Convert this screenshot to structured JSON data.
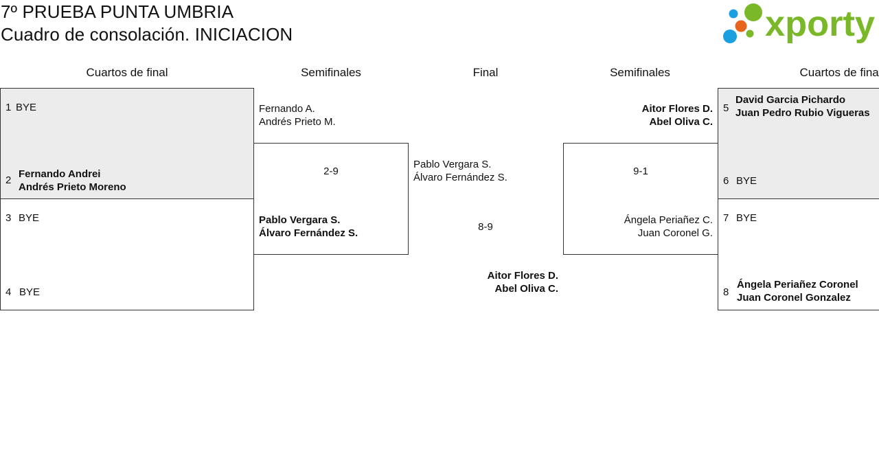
{
  "header": {
    "title_line1": "7º PRUEBA PUNTA UMBRIA",
    "title_line2": "Cuadro de consolación. INICIACION",
    "logo_text": "xporty",
    "logo_colors": {
      "text": "#7ab829",
      "blue": "#1aa0e0",
      "orange": "#e8641b",
      "green": "#7ab829"
    }
  },
  "rounds": {
    "left_qf": "Cuartos de final",
    "left_sf": "Semifinales",
    "final": "Final",
    "right_sf": "Semifinales",
    "right_qf": "Cuartos de final"
  },
  "quarterfinals_left": [
    {
      "seed": "1",
      "players": [
        "BYE"
      ]
    },
    {
      "seed": "2",
      "players": [
        "Fernando Andrei",
        "Andrés Prieto Moreno"
      ]
    },
    {
      "seed": "3",
      "players": [
        "BYE"
      ]
    },
    {
      "seed": "4",
      "players": [
        "BYE"
      ]
    }
  ],
  "quarterfinals_right": [
    {
      "seed": "5",
      "players": [
        "David Garcia Pichardo",
        "Juan Pedro Rubio Vigueras"
      ]
    },
    {
      "seed": "6",
      "players": [
        "BYE"
      ]
    },
    {
      "seed": "7",
      "players": [
        "BYE"
      ]
    },
    {
      "seed": "8",
      "players": [
        "Ángela Periañez Coronel",
        "Juan Coronel Gonzalez"
      ]
    }
  ],
  "semifinals_left": {
    "top": [
      "Fernando A.",
      "Andrés Prieto M."
    ],
    "score": "2-9",
    "bottom": [
      "Pablo Vergara S.",
      "Álvaro Fernández S."
    ]
  },
  "semifinals_right": {
    "top": [
      "Aitor Flores D.",
      "Abel Oliva C."
    ],
    "score": "9-1",
    "bottom": [
      "Ángela Periañez C.",
      "Juan Coronel G."
    ]
  },
  "final": {
    "top": [
      "Pablo Vergara S.",
      "Álvaro Fernández S."
    ],
    "score": "8-9",
    "bottom": [
      "Aitor Flores D.",
      "Abel Oliva C."
    ]
  }
}
